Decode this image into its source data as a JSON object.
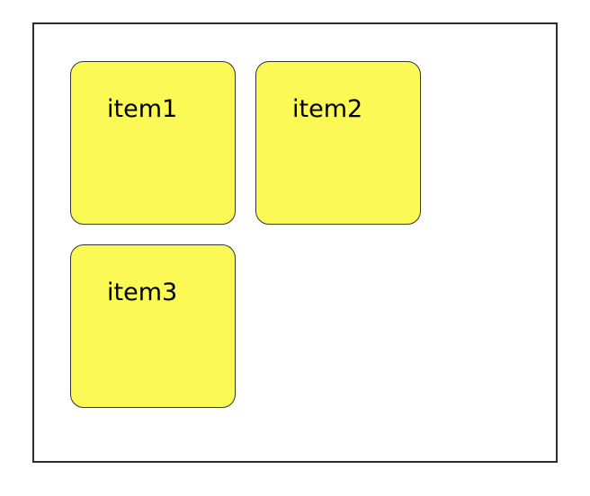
{
  "page": {
    "background": "#ffffff"
  },
  "container": {
    "border_color": "#2d2d2d"
  },
  "items": [
    {
      "label": "item1"
    },
    {
      "label": "item2"
    },
    {
      "label": "item3"
    }
  ],
  "colors": {
    "item_background": "#fbf955",
    "item_border": "#333333",
    "container_border": "#2d2d2d",
    "page_background": "#ffffff",
    "text": "#000000"
  }
}
